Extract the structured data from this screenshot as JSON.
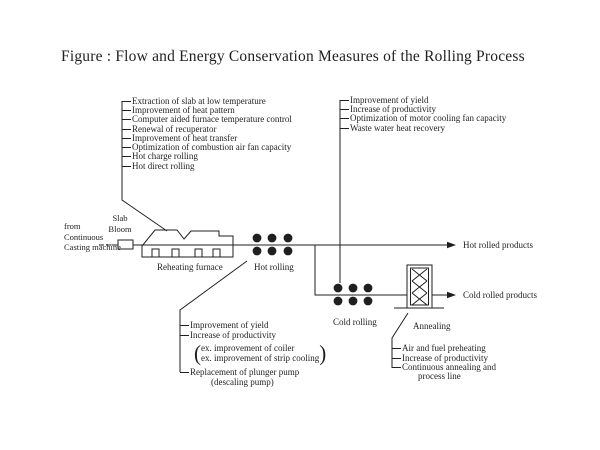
{
  "title": "Figure : Flow and Energy Conservation Measures of the Rolling Process",
  "colors": {
    "ink": "#1f1f1f",
    "background": "#ffffff"
  },
  "flow": {
    "source_label_lines": [
      "from",
      "Continuous",
      "Casting machine"
    ],
    "slab_label_lines": [
      "Slab",
      "Bloom"
    ],
    "station_labels": {
      "reheating_furnace": "Reheating furnace",
      "hot_rolling": "Hot rolling",
      "cold_rolling": "Cold rolling",
      "annealing": "Annealing"
    },
    "output_labels": {
      "hot": "Hot rolled products",
      "cold": "Cold rolled products"
    }
  },
  "measures": {
    "reheating_furnace": [
      "Extraction of slab at low temperature",
      "Improvement of heat pattern",
      "Computer aided furnace temperature control",
      "Renewal of recuperator",
      "Improvement of heat transfer",
      "Optimization of combustion air fan capacity",
      "Hot charge rolling",
      "Hot direct rolling"
    ],
    "cold_rolling": [
      "Improvement of yield",
      "Increase of productivity",
      "Optimization of motor cooling fan capacity",
      "Waste water heat recovery"
    ],
    "hot_rolling": {
      "items": [
        "Improvement of yield",
        "Increase of productivity"
      ],
      "examples": [
        "ex. improvement of coiler",
        "ex. improvement of strip cooling"
      ],
      "more_items": [
        "Replacement of plunger pump"
      ],
      "note": "(descaling pump)"
    },
    "annealing": {
      "items": [
        "Air and fuel preheating",
        "Increase of productivity",
        "Continuous annealing and"
      ],
      "continuation": "process line"
    }
  }
}
